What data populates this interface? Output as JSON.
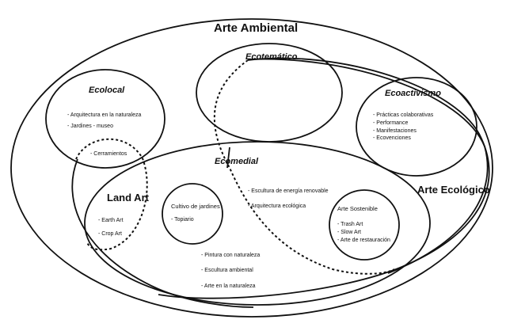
{
  "diagram": {
    "title": "Arte Ambiental",
    "ecologico": {
      "label": "Arte Ecológico"
    },
    "ecotematico": {
      "label": "Ecotemático"
    },
    "ecolocal": {
      "label": "Ecolocal",
      "items": [
        "- Arquitectura en la naturaleza",
        "- Jardines - museo"
      ]
    },
    "cerramientos": {
      "items": [
        "- Cerramientos"
      ]
    },
    "ecoactivismo": {
      "label": "Ecoactivismo",
      "items": [
        "- Prácticas colaborativas",
        "- Performance",
        "- Manifestaciones",
        "- Ecovenciones"
      ]
    },
    "ecomedial": {
      "label": "Ecomedial",
      "items_right": [
        "- Escultura de energía renovable",
        "- Arquitectura ecológica"
      ],
      "items_bottom": [
        "- Pintura con naturaleza",
        "- Escultura ambiental",
        "- Arte en la naturaleza"
      ]
    },
    "land_art": {
      "label": "Land Art",
      "items": [
        "- Earth Art",
        "- Crop Art"
      ]
    },
    "cultivo": {
      "label": "Cultivo de jardines",
      "items": [
        "- Topiario"
      ]
    },
    "sostenible": {
      "label": "Arte Sostenible",
      "items": [
        "- Trash Art",
        "- Slow Art",
        "- Arte de restauración"
      ]
    }
  }
}
